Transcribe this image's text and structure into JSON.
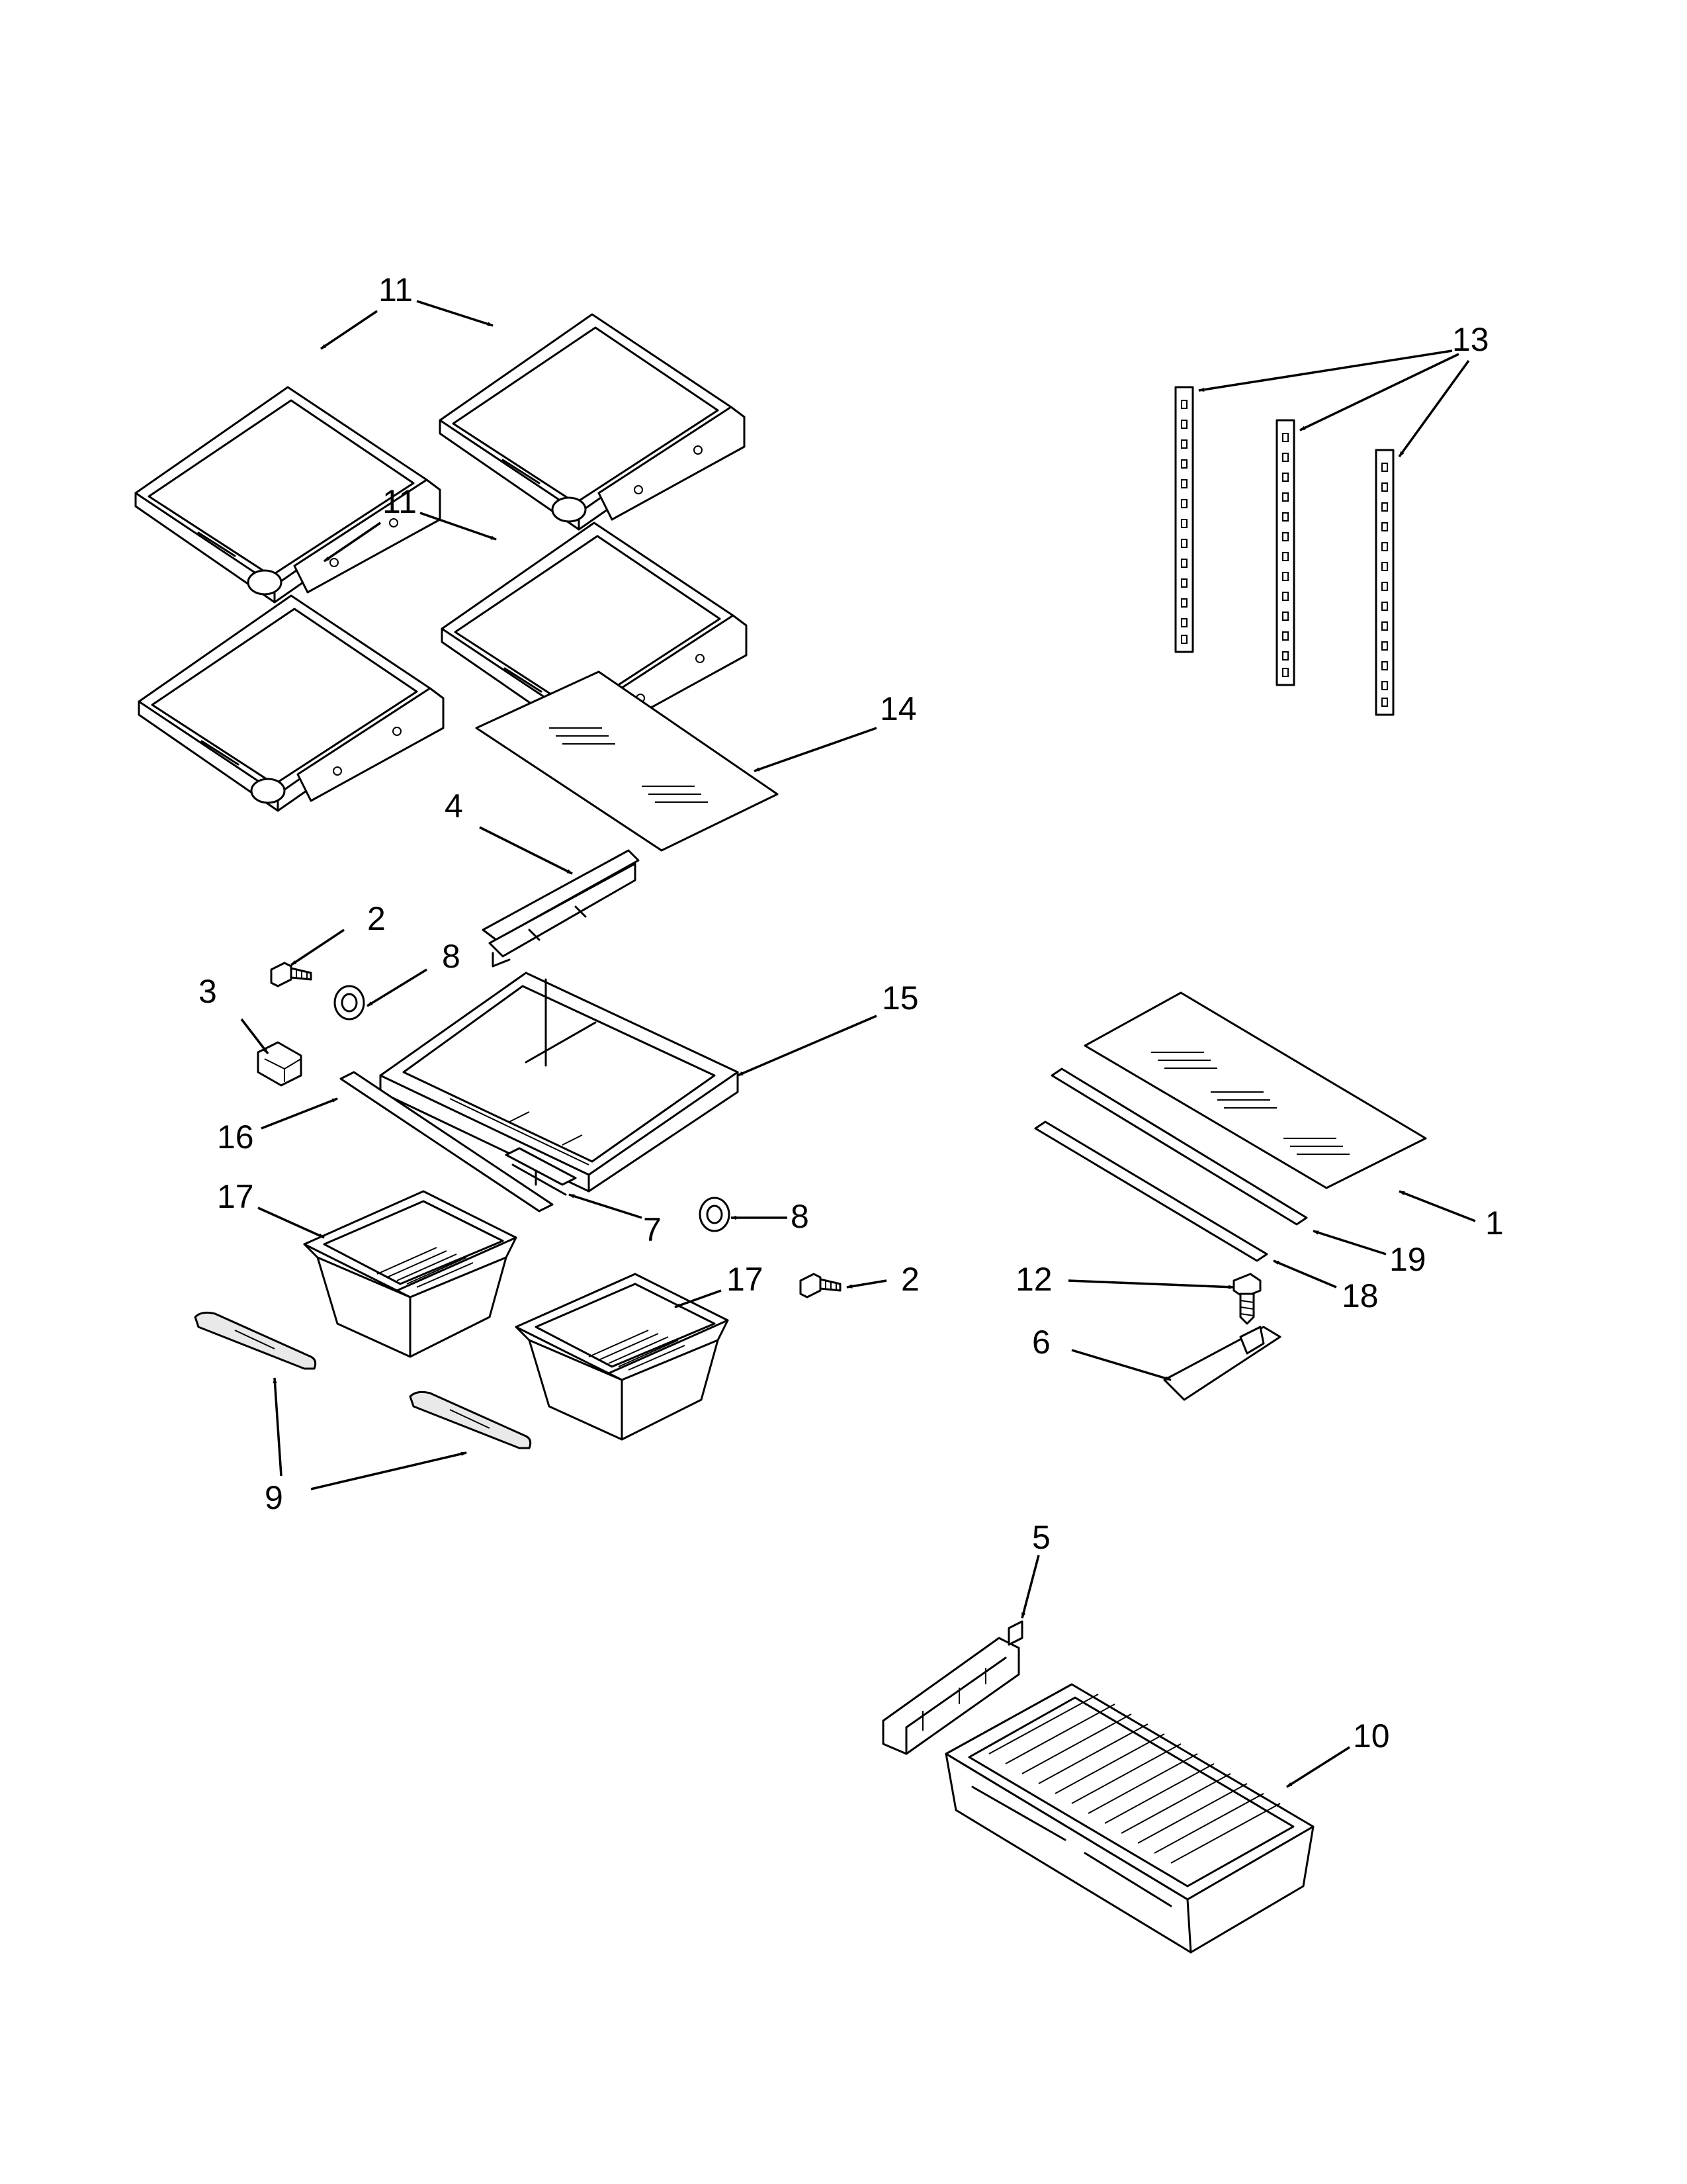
{
  "diagram": {
    "callouts": [
      {
        "id": "c11a",
        "label": "11"
      },
      {
        "id": "c11b",
        "label": "11"
      },
      {
        "id": "c13",
        "label": "13"
      },
      {
        "id": "c14",
        "label": "14"
      },
      {
        "id": "c4",
        "label": "4"
      },
      {
        "id": "c2a",
        "label": "2"
      },
      {
        "id": "c8a",
        "label": "8"
      },
      {
        "id": "c3",
        "label": "3"
      },
      {
        "id": "c15",
        "label": "15"
      },
      {
        "id": "c16",
        "label": "16"
      },
      {
        "id": "c17a",
        "label": "17"
      },
      {
        "id": "c7",
        "label": "7"
      },
      {
        "id": "c8b",
        "label": "8"
      },
      {
        "id": "c2b",
        "label": "2"
      },
      {
        "id": "c17b",
        "label": "17"
      },
      {
        "id": "c9",
        "label": "9"
      },
      {
        "id": "c1",
        "label": "1"
      },
      {
        "id": "c19",
        "label": "19"
      },
      {
        "id": "c12",
        "label": "12"
      },
      {
        "id": "c18",
        "label": "18"
      },
      {
        "id": "c6",
        "label": "6"
      },
      {
        "id": "c5",
        "label": "5"
      },
      {
        "id": "c10",
        "label": "10"
      }
    ]
  }
}
